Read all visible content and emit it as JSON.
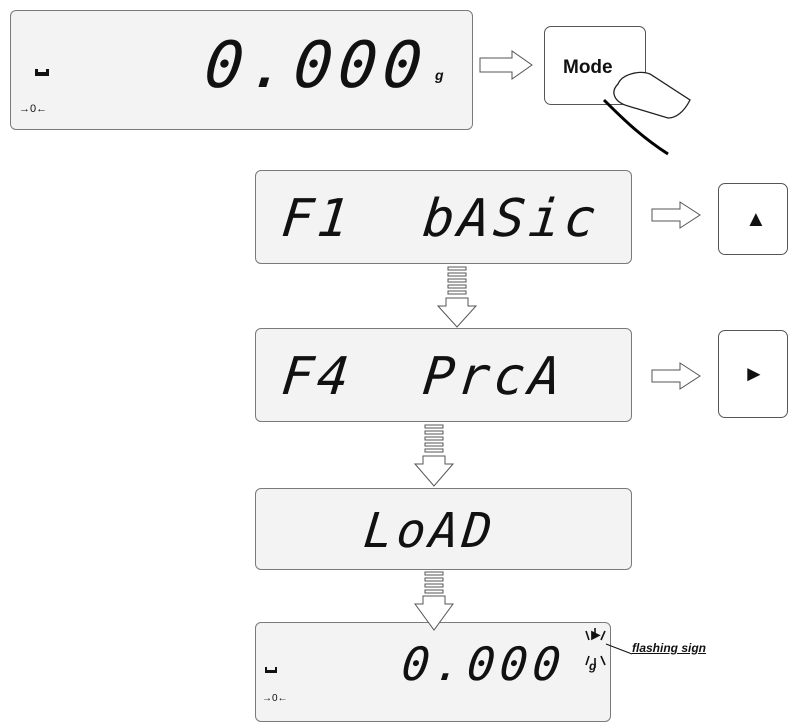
{
  "display1": {
    "value": "0.000",
    "unit": "g",
    "zero_mark": "→0←"
  },
  "mode_key": {
    "label": "Mode"
  },
  "display2": {
    "text": "F1  bASic"
  },
  "up_key": {
    "glyph": "▲"
  },
  "display3": {
    "text": "F4  PrcA"
  },
  "right_key": {
    "glyph": "►"
  },
  "display4": {
    "text": "LoAD"
  },
  "display5": {
    "value": "0.000",
    "unit": "g",
    "zero_mark": "→0←",
    "flash_glyph": "►"
  },
  "annotation": {
    "flashing_sign": "flashing sign"
  },
  "colors": {
    "lcd_bg": "#f3f3f3",
    "outline": "#7a7a7a",
    "ink": "#111111"
  }
}
